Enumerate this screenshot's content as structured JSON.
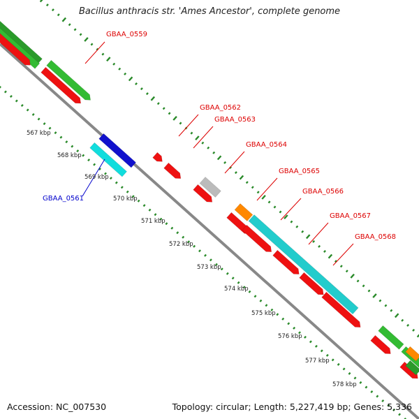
{
  "title": "Bacillus anthracis str. 'Ames Ancestor', complete genome",
  "footer": {
    "accession": "Accession: NC_007530",
    "summary": "Topology: circular; Length: 5,227,419 bp; Genes: 5,336"
  },
  "colors": {
    "forward_gene": "#33bb33",
    "reverse_gene": "#ee1111",
    "highlight_gene": "#1111cc",
    "highlight_gene_alt": "#11dddd",
    "rna_gene": "#ff8800",
    "pseudo_gene": "#bbbbbb",
    "backbone": "#888888",
    "dots": "#2a8a2a",
    "label_red": "#dd0000",
    "label_blue": "#0000cc"
  },
  "ticks": [
    {
      "label": "567 kbp"
    },
    {
      "label": "568 kbp"
    },
    {
      "label": "569 kbp"
    },
    {
      "label": "570 kbp"
    },
    {
      "label": "571 kbp"
    },
    {
      "label": "572 kbp"
    },
    {
      "label": "573 kbp"
    },
    {
      "label": "574 kbp"
    },
    {
      "label": "575 kbp"
    },
    {
      "label": "576 kbp"
    },
    {
      "label": "577 kbp"
    },
    {
      "label": "578 kbp"
    }
  ],
  "gene_labels": [
    {
      "name": "GBAA_0559",
      "color": "red"
    },
    {
      "name": "GBAA_0562",
      "color": "red"
    },
    {
      "name": "GBAA_0563",
      "color": "red"
    },
    {
      "name": "GBAA_0564",
      "color": "red"
    },
    {
      "name": "GBAA_0565",
      "color": "red"
    },
    {
      "name": "GBAA_0566",
      "color": "red"
    },
    {
      "name": "GBAA_0567",
      "color": "red"
    },
    {
      "name": "GBAA_0568",
      "color": "red"
    },
    {
      "name": "GBAA_0561",
      "color": "blue"
    }
  ]
}
